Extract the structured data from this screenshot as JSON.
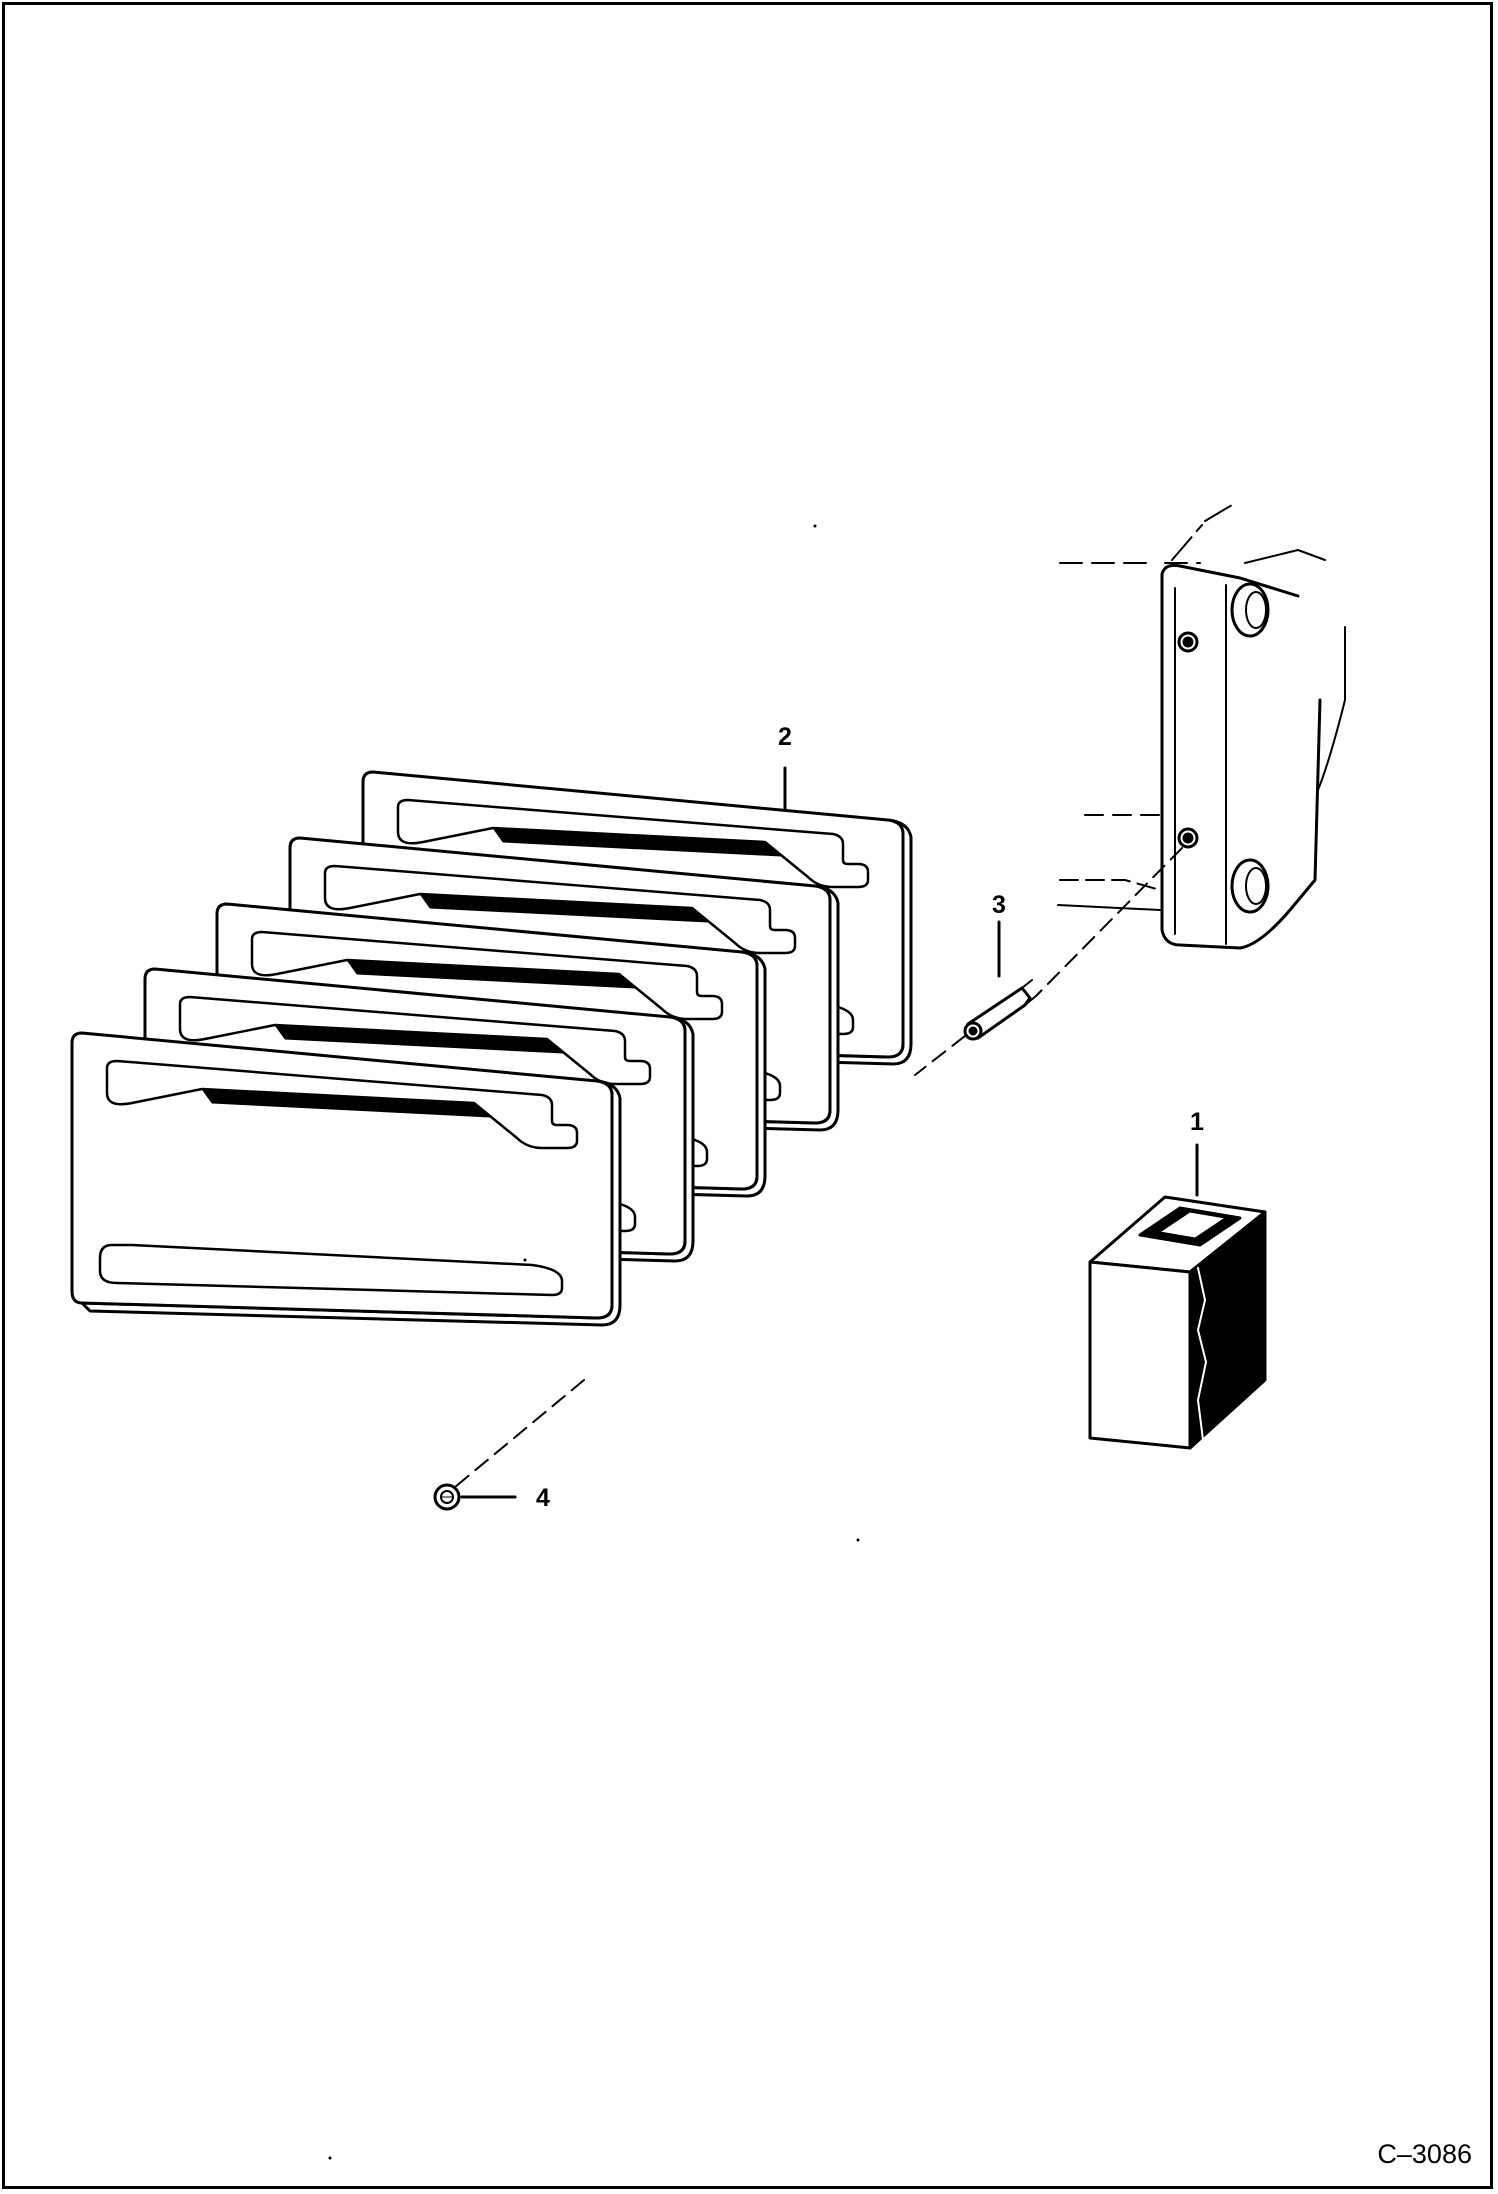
{
  "figure_id": "C–3086",
  "callouts": {
    "c1": "1",
    "c2": "2",
    "c3": "3",
    "c4": "4"
  },
  "parts": [
    {
      "callout": "1",
      "depicts": "battery-block-icon"
    },
    {
      "callout": "2",
      "depicts": "stacked-weight-plates-icon"
    },
    {
      "callout": "3",
      "depicts": "threaded-stud-icon"
    },
    {
      "callout": "4",
      "depicts": "nut-icon"
    }
  ]
}
